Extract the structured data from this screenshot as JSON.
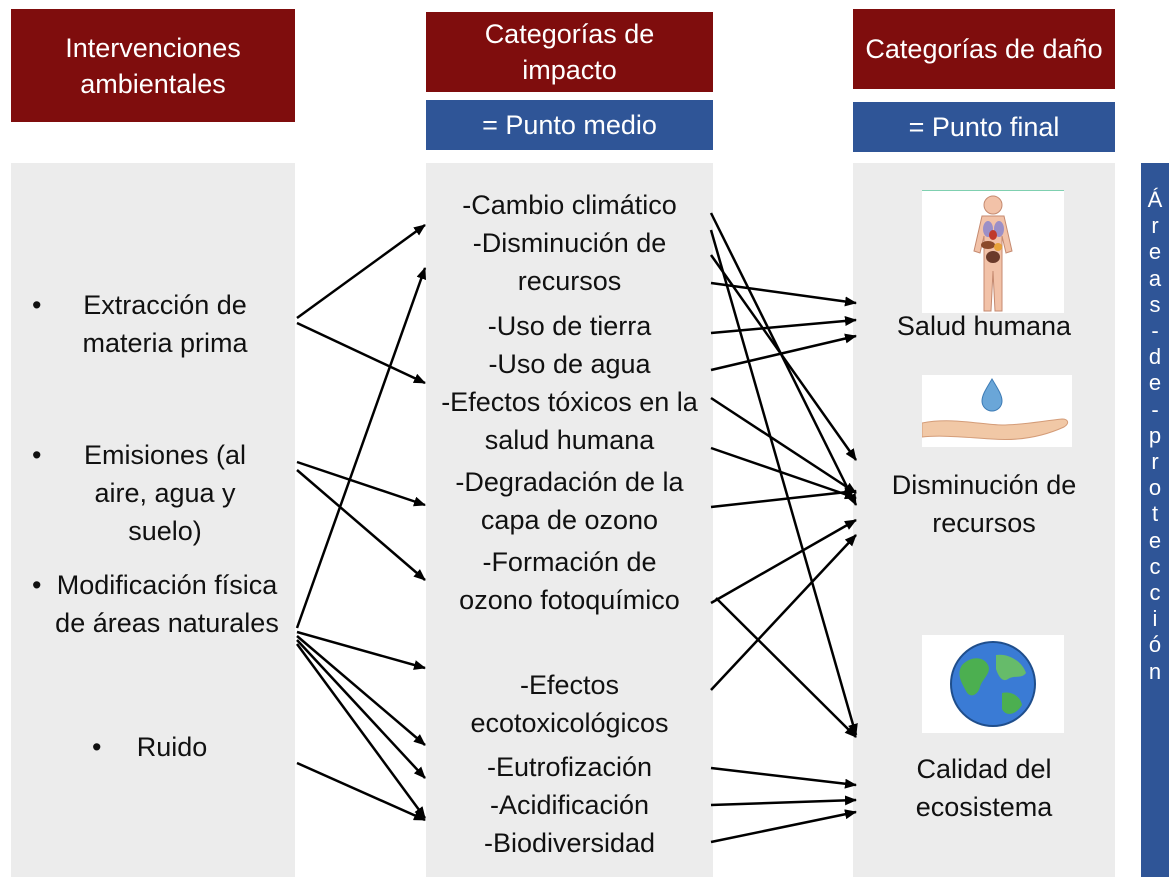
{
  "headers": {
    "interventions": "Intervenciones ambientales",
    "impact": "Categorías de impacto",
    "damage": "Categorías de daño",
    "midpoint": "= Punto medio",
    "endpoint": "= Punto final"
  },
  "interventions": [
    "Extracción de materia prima",
    "Emisiones (al aire, agua y suelo)",
    "Modificación física de áreas naturales",
    "Ruido"
  ],
  "bullet_symbol": "•",
  "impact_categories": [
    "-Cambio climático",
    "-Disminución de recursos",
    "-Uso de tierra",
    "-Uso de agua",
    "-Efectos tóxicos en la salud humana",
    "-Degradación de la capa de ozono",
    "-Formación de ozono fotoquímico",
    "-Efectos ecotoxicológicos",
    "-Eutrofización",
    "-Acidificación",
    "-Biodiversidad"
  ],
  "damage_categories": [
    {
      "label": "Salud humana",
      "icon": "human-anatomy-icon"
    },
    {
      "label": "Disminución de recursos",
      "icon": "hand-water-drop-icon"
    },
    {
      "label": "Calidad del ecosistema",
      "icon": "earth-globe-icon"
    }
  ],
  "protection_areas_label": [
    "Á",
    "r",
    "e",
    "a",
    "s",
    "-",
    "d",
    "e",
    "-",
    "p",
    "r",
    "o",
    "t",
    "e",
    "c",
    "c",
    "i",
    "ó",
    "n"
  ],
  "colors": {
    "header_red": "#7f0d0d",
    "header_blue": "#2f5597",
    "panel_gray": "#ececec",
    "arrow": "#000000"
  }
}
